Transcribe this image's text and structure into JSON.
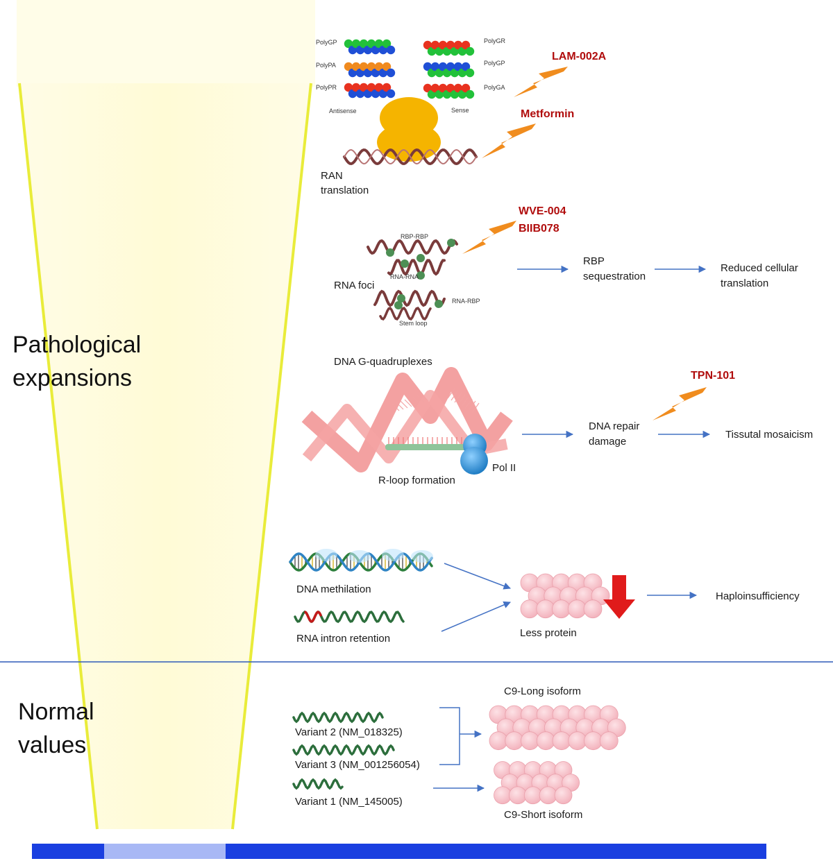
{
  "regions": {
    "pathological": [
      "Pathological",
      "expansions"
    ],
    "normal": [
      "Normal",
      "values"
    ]
  },
  "ran": {
    "antisense": [
      "PolyGP",
      "PolyPA",
      "PolyPR"
    ],
    "sense": [
      "PolyGR",
      "PolyGP",
      "PolyGA"
    ],
    "antisense_label": "Antisense",
    "sense_label": "Sense",
    "label": [
      "RAN",
      "translation"
    ],
    "drugs": [
      "LAM-002A",
      "Metformin"
    ]
  },
  "foci": {
    "label": "RNA foci",
    "small": [
      "RBP-RBP",
      "RNA-RNA",
      "RNA-RBP",
      "Stem loop"
    ],
    "drugs": [
      "WVE-004",
      "BIIB078"
    ],
    "step1": [
      "RBP",
      "sequestration"
    ],
    "step2": [
      "Reduced cellular",
      "translation"
    ]
  },
  "gq": {
    "title": "DNA G-quadruplexes",
    "rloop": "R-loop formation",
    "pol": "Pol II",
    "drug": "TPN-101",
    "step1": [
      "DNA repair",
      "damage"
    ],
    "step2": "Tissutal mosaicism"
  },
  "loss": {
    "methylation": "DNA methilation",
    "intron": "RNA intron retention",
    "less_protein": "Less protein",
    "result": "Haploinsufficiency"
  },
  "normal": {
    "long": "C9-Long isoform",
    "short": "C9-Short isoform",
    "variants": [
      "Variant 2 (NM_018325)",
      "Variant 3 (NM_001256054)",
      "Variant 1 (NM_145005)"
    ]
  },
  "colors": {
    "drug": "#b00c0c",
    "arrow": "#4472c4",
    "lightning": "#f08c1e",
    "divider": "#2f5ab8",
    "bar_dark": "#1a3fe0",
    "bar_light": "#a8b8f5",
    "cone": "#fffbd8",
    "cone_edge": "#eeee40"
  }
}
